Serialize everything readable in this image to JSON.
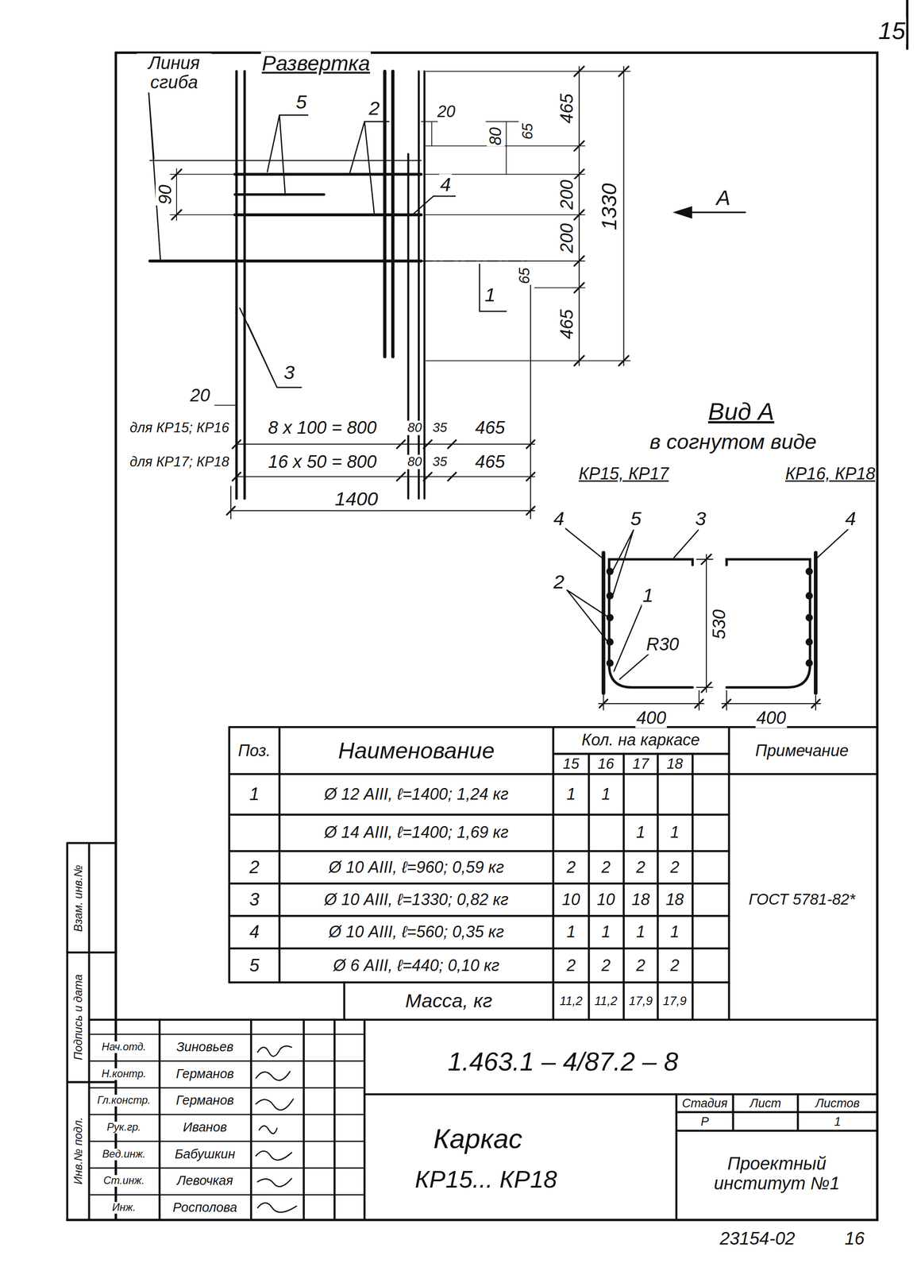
{
  "diagram": {
    "labels": [
      "15",
      "Линия сгиба",
      "Развертка",
      "5",
      "2",
      "20",
      "80",
      "65",
      "465",
      "200",
      "200",
      "65",
      "465",
      "1330",
      "90",
      "4",
      "А",
      "1",
      "3",
      "20",
      "для КР15; КР16",
      "8 х 100 = 800",
      "80",
      "35",
      "465",
      "для КР17; КР18",
      "16 х 50 = 800",
      "80",
      "35",
      "465",
      "1400",
      "Вид А",
      "в согнутом виде",
      "КР15, КР17",
      "КР16, КР18",
      "4",
      "5",
      "3",
      "4",
      "2",
      "1",
      "530",
      "R30",
      "400",
      "400",
      "Поз.",
      "Наименование",
      "Кол. на каркасе",
      "15",
      "16",
      "17",
      "18",
      "Примечание",
      "1",
      "Ø 12 АIII, ℓ=1400; 1,24 кг",
      "1",
      "1",
      "Ø 14 АIII, ℓ=1400; 1,69 кг",
      "1",
      "1",
      "2",
      "Ø 10 АIII, ℓ=960; 0,59 кг",
      "2",
      "2",
      "2",
      "2",
      "3",
      "Ø 10 АIII, ℓ=1330; 0,82 кг",
      "10",
      "10",
      "18",
      "18",
      "ГОСТ 5781-82*",
      "4",
      "Ø 10 АIII, ℓ=560; 0,35 кг",
      "1",
      "1",
      "1",
      "1",
      "5",
      "Ø 6 АIII, ℓ=440; 0,10 кг",
      "2",
      "2",
      "2",
      "2",
      "Масса, кг",
      "11,2",
      "11,2",
      "17,9",
      "17,9",
      "Взам. инв.№",
      "Подпись и дата",
      "Инв.№ подл.",
      "Нач.отд.",
      "Зиновьев",
      "Н.контр.",
      "Германов",
      "Гл.констр.",
      "Германов",
      "Рук.гр.",
      "Иванов",
      "Вед.инж.",
      "Бабушкин",
      "Ст.инж.",
      "Левочкая",
      "Инж.",
      "Росполова",
      "1.463.1 – 4/87.2 – 8",
      "Каркас",
      "КР15... КР18",
      "Стадия",
      "Лист",
      "Листов",
      "Р",
      "1",
      "Проектный институт №1",
      "23154-02",
      "16"
    ]
  }
}
